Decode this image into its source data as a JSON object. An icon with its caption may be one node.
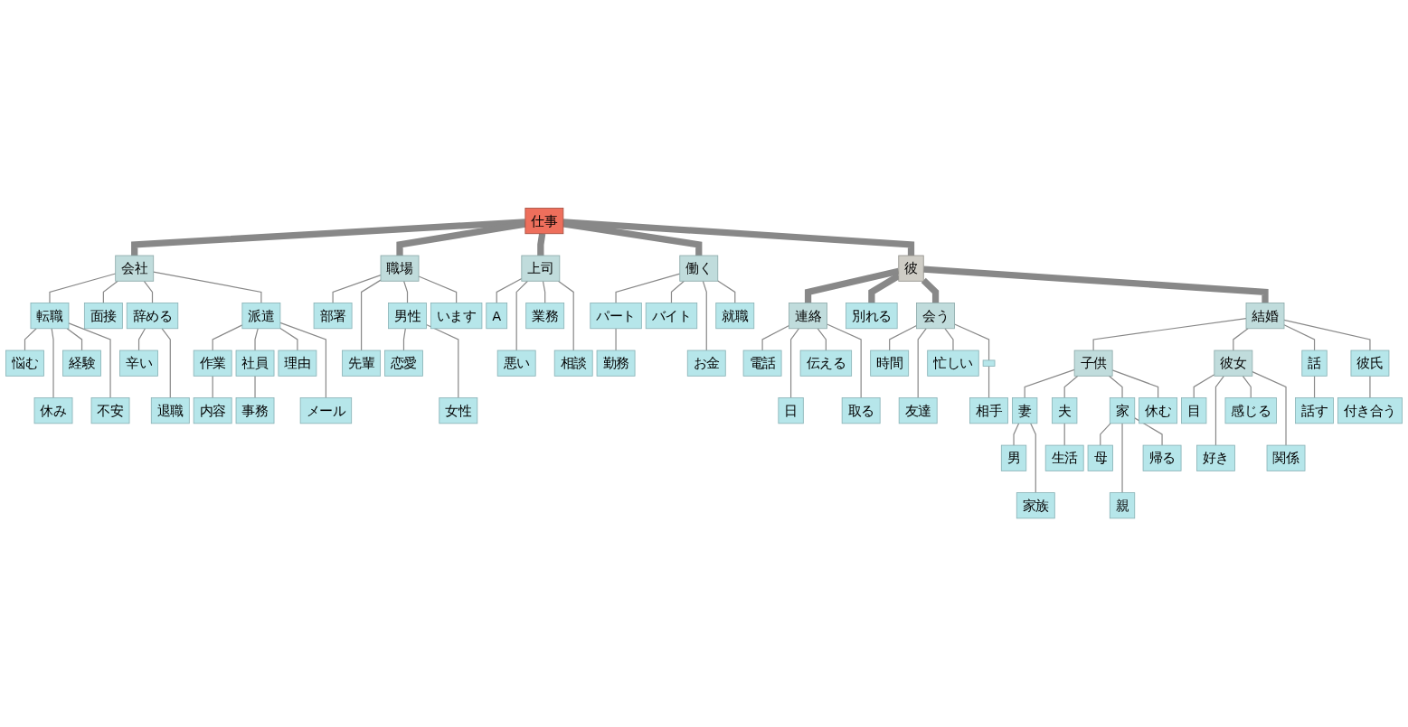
{
  "diagram": {
    "nodes": [
      {
        "text": [
          "仕事"
        ]
      },
      {
        "text": [
          "会社"
        ]
      },
      {
        "text": [
          "転職"
        ]
      },
      {
        "text": [
          "悩む"
        ]
      },
      {
        "text": [
          "休み"
        ]
      },
      {
        "text": [
          "経験"
        ]
      },
      {
        "text": [
          "不安"
        ]
      },
      {
        "text": [
          "面接"
        ]
      },
      {
        "text": [
          "辞める"
        ]
      },
      {
        "text": [
          "辛い"
        ]
      },
      {
        "text": [
          "退職"
        ]
      },
      {
        "text": [
          "派遣"
        ]
      },
      {
        "text": [
          "作業"
        ]
      },
      {
        "text": [
          "内容"
        ]
      },
      {
        "text": [
          "社員"
        ]
      },
      {
        "text": [
          "事務"
        ]
      },
      {
        "text": [
          "理由"
        ]
      },
      {
        "text": [
          "メール"
        ]
      },
      {
        "text": [
          "職場"
        ]
      },
      {
        "text": [
          "部署"
        ]
      },
      {
        "text": [
          "先輩"
        ]
      },
      {
        "text": [
          "男性"
        ]
      },
      {
        "text": [
          "恋愛"
        ]
      },
      {
        "text": [
          "女性"
        ]
      },
      {
        "text": [
          "います"
        ]
      },
      {
        "text": [
          "上司"
        ]
      },
      {
        "text": [
          "A"
        ]
      },
      {
        "text": [
          "悪い"
        ]
      },
      {
        "text": [
          "業務"
        ]
      },
      {
        "text": [
          "相談"
        ]
      },
      {
        "text": [
          "働く"
        ]
      },
      {
        "text": [
          "パート"
        ]
      },
      {
        "text": [
          "勤務"
        ]
      },
      {
        "text": [
          "バイト"
        ]
      },
      {
        "text": [
          "お金"
        ]
      },
      {
        "text": [
          "就職"
        ]
      },
      {
        "text": [
          "彼"
        ]
      },
      {
        "text": [
          "連絡"
        ]
      },
      {
        "text": [
          "電話"
        ]
      },
      {
        "text": [
          "日"
        ]
      },
      {
        "text": [
          "伝える"
        ]
      },
      {
        "text": [
          "取る"
        ]
      },
      {
        "text": [
          "別れる"
        ]
      },
      {
        "text": [
          "会う"
        ]
      },
      {
        "text": [
          "時間"
        ]
      },
      {
        "text": [
          "友達"
        ]
      },
      {
        "text": [
          "忙しい"
        ]
      },
      {
        "text": [],
        "shape": "box"
      },
      {
        "text": [
          "相手"
        ]
      },
      {
        "text": [
          "結婚"
        ]
      },
      {
        "text": [
          "子供"
        ]
      },
      {
        "text": [
          "妻"
        ]
      },
      {
        "text": [
          "男"
        ]
      },
      {
        "text": [
          "家族"
        ]
      },
      {
        "text": [
          "夫"
        ]
      },
      {
        "text": [
          "生活"
        ]
      },
      {
        "text": [
          "家"
        ]
      },
      {
        "text": [
          "母"
        ]
      },
      {
        "text": [
          "親"
        ]
      },
      {
        "text": [
          "帰る"
        ]
      },
      {
        "text": [
          "休む"
        ]
      },
      {
        "text": [
          "彼女"
        ]
      },
      {
        "text": [
          "目"
        ]
      },
      {
        "text": [
          "好き"
        ]
      },
      {
        "text": [
          "感じる"
        ]
      },
      {
        "text": [
          "関係"
        ]
      },
      {
        "text": [
          "話"
        ]
      },
      {
        "text": [
          "話す"
        ]
      },
      {
        "text": [
          "彼氏"
        ]
      },
      {
        "text": [
          "付き合う"
        ]
      }
    ],
    "edges": [
      {
        "from": 0,
        "to": 1,
        "arrow": "none",
        "style": "thick"
      },
      {
        "from": 1,
        "to": 2,
        "arrow": "none"
      },
      {
        "from": 2,
        "to": 3,
        "arrow": "none"
      },
      {
        "from": 2,
        "to": 4,
        "arrow": "none"
      },
      {
        "from": 2,
        "to": 5,
        "arrow": "none"
      },
      {
        "from": 2,
        "to": 6,
        "arrow": "none"
      },
      {
        "from": 1,
        "to": 7,
        "arrow": "none"
      },
      {
        "from": 1,
        "to": 8,
        "arrow": "none"
      },
      {
        "from": 8,
        "to": 9,
        "arrow": "none"
      },
      {
        "from": 8,
        "to": 10,
        "arrow": "none"
      },
      {
        "from": 1,
        "to": 11,
        "arrow": "none"
      },
      {
        "from": 11,
        "to": 12,
        "arrow": "none"
      },
      {
        "from": 12,
        "to": 13,
        "arrow": "none"
      },
      {
        "from": 11,
        "to": 14,
        "arrow": "none"
      },
      {
        "from": 14,
        "to": 15,
        "arrow": "none"
      },
      {
        "from": 11,
        "to": 16,
        "arrow": "none"
      },
      {
        "from": 11,
        "to": 17,
        "arrow": "none"
      },
      {
        "from": 0,
        "to": 18,
        "arrow": "none",
        "style": "thick"
      },
      {
        "from": 18,
        "to": 19,
        "arrow": "none"
      },
      {
        "from": 18,
        "to": 20,
        "arrow": "none"
      },
      {
        "from": 18,
        "to": 21,
        "arrow": "none"
      },
      {
        "from": 21,
        "to": 22,
        "arrow": "none"
      },
      {
        "from": 21,
        "to": 23,
        "arrow": "none"
      },
      {
        "from": 18,
        "to": 24,
        "arrow": "none"
      },
      {
        "from": 0,
        "to": 25,
        "arrow": "none",
        "style": "thick"
      },
      {
        "from": 25,
        "to": 26,
        "arrow": "none"
      },
      {
        "from": 25,
        "to": 27,
        "arrow": "none"
      },
      {
        "from": 25,
        "to": 28,
        "arrow": "none"
      },
      {
        "from": 25,
        "to": 29,
        "arrow": "none"
      },
      {
        "from": 0,
        "to": 30,
        "arrow": "none",
        "style": "thick"
      },
      {
        "from": 30,
        "to": 31,
        "arrow": "none"
      },
      {
        "from": 31,
        "to": 32,
        "arrow": "none"
      },
      {
        "from": 30,
        "to": 33,
        "arrow": "none"
      },
      {
        "from": 30,
        "to": 34,
        "arrow": "none"
      },
      {
        "from": 30,
        "to": 35,
        "arrow": "none"
      },
      {
        "from": 0,
        "to": 36,
        "arrow": "none",
        "style": "thick"
      },
      {
        "from": 36,
        "to": 37,
        "arrow": "none",
        "style": "thick"
      },
      {
        "from": 37,
        "to": 38,
        "arrow": "none"
      },
      {
        "from": 37,
        "to": 39,
        "arrow": "none"
      },
      {
        "from": 37,
        "to": 40,
        "arrow": "none"
      },
      {
        "from": 37,
        "to": 41,
        "arrow": "none"
      },
      {
        "from": 36,
        "to": 42,
        "arrow": "none",
        "style": "thick"
      },
      {
        "from": 36,
        "to": 43,
        "arrow": "none",
        "style": "thick"
      },
      {
        "from": 43,
        "to": 44,
        "arrow": "none"
      },
      {
        "from": 43,
        "to": 45,
        "arrow": "none"
      },
      {
        "from": 43,
        "to": 46,
        "arrow": "none"
      },
      {
        "from": 43,
        "to": 47,
        "arrow": "none"
      },
      {
        "from": 47,
        "to": 48,
        "arrow": "none"
      },
      {
        "from": 36,
        "to": 49,
        "arrow": "none",
        "style": "thick"
      },
      {
        "from": 49,
        "to": 50,
        "arrow": "none"
      },
      {
        "from": 50,
        "to": 51,
        "arrow": "none"
      },
      {
        "from": 51,
        "to": 52,
        "arrow": "none"
      },
      {
        "from": 51,
        "to": 53,
        "arrow": "none"
      },
      {
        "from": 50,
        "to": 54,
        "arrow": "none"
      },
      {
        "from": 54,
        "to": 55,
        "arrow": "none"
      },
      {
        "from": 50,
        "to": 56,
        "arrow": "none"
      },
      {
        "from": 56,
        "to": 57,
        "arrow": "none"
      },
      {
        "from": 56,
        "to": 58,
        "arrow": "none"
      },
      {
        "from": 56,
        "to": 59,
        "arrow": "none"
      },
      {
        "from": 50,
        "to": 60,
        "arrow": "none"
      },
      {
        "from": 49,
        "to": 61,
        "arrow": "none"
      },
      {
        "from": 61,
        "to": 62,
        "arrow": "none"
      },
      {
        "from": 61,
        "to": 63,
        "arrow": "none"
      },
      {
        "from": 61,
        "to": 64,
        "arrow": "none"
      },
      {
        "from": 61,
        "to": 65,
        "arrow": "none"
      },
      {
        "from": 49,
        "to": 66,
        "arrow": "none"
      },
      {
        "from": 66,
        "to": 67,
        "arrow": "none"
      },
      {
        "from": 49,
        "to": 68,
        "arrow": "none"
      },
      {
        "from": 68,
        "to": 69,
        "arrow": "none"
      }
    ]
  }
}
